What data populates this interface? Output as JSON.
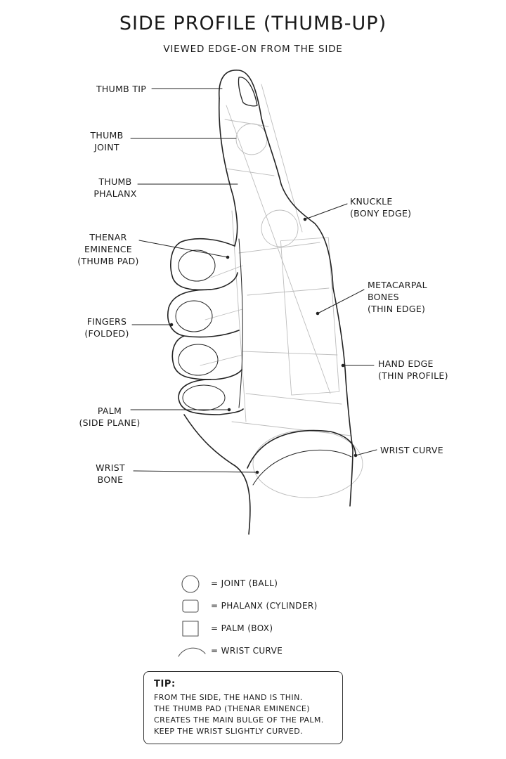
{
  "title": "SIDE PROFILE (THUMB-UP)",
  "subtitle": "VIEWED EDGE-ON FROM THE SIDE",
  "labels": {
    "thumb_tip": "THUMB TIP",
    "thumb_joint": "THUMB\nJOINT",
    "thumb_phalanx": "THUMB\nPHALANX",
    "thenar": "THENAR\nEMINENCE\n(THUMB PAD)",
    "fingers": "FINGERS\n(FOLDED)",
    "palm": "PALM\n(SIDE PLANE)",
    "wrist_bone": "WRIST\nBONE",
    "knuckle": "KNUCKLE\n(BONY EDGE)",
    "metacarpal": "METACARPAL\nBONES\n(THIN EDGE)",
    "hand_edge": "HAND EDGE\n(THIN PROFILE)",
    "wrist_curve": "WRIST CURVE"
  },
  "legend": {
    "joint": "= JOINT (BALL)",
    "phalanx": "= PHALANX (CYLINDER)",
    "palm": "= PALM (BOX)",
    "wrist": "= WRIST CURVE"
  },
  "tip": {
    "title": "TIP:",
    "lines": [
      "FROM THE SIDE, THE HAND IS THIN.",
      "THE THUMB PAD (THENAR EMINENCE)",
      "CREATES THE MAIN BULGE OF THE PALM.",
      "KEEP THE WRIST SLIGHTLY CURVED."
    ]
  }
}
